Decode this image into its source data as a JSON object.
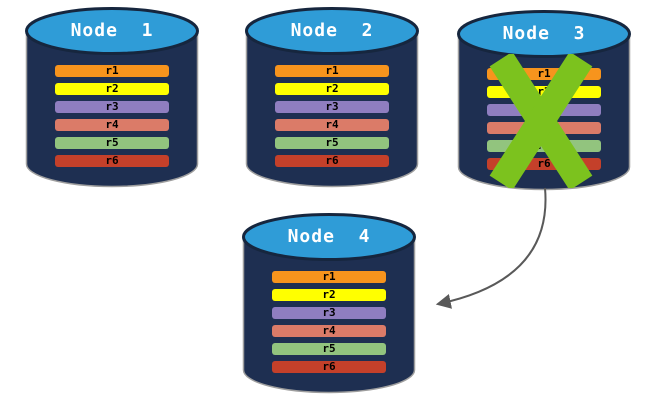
{
  "diagram": {
    "nodes": [
      {
        "label": "Node  1",
        "failed": false
      },
      {
        "label": "Node  2",
        "failed": false
      },
      {
        "label": "Node  3",
        "failed": true
      },
      {
        "label": "Node  4",
        "failed": false
      }
    ],
    "replicas": [
      {
        "id": "r1",
        "color": "#F7941D"
      },
      {
        "id": "r2",
        "color": "#FFFF00"
      },
      {
        "id": "r3",
        "color": "#8F7EC0"
      },
      {
        "id": "r4",
        "color": "#DB7B68"
      },
      {
        "id": "r5",
        "color": "#92C47E"
      },
      {
        "id": "r6",
        "color": "#C4402A"
      }
    ],
    "failure": {
      "node": "Node  3",
      "marker": "x-cross",
      "color": "#7CC21E"
    },
    "arrow": {
      "from": "Node  3",
      "to": "Node  4",
      "style": "curved"
    },
    "colors": {
      "cylinder_body": "#1E2F51",
      "cylinder_top": "#2F9CD7",
      "title_text": "#FFFFFF",
      "bar_text": "#000000",
      "arrow": "#595959"
    }
  }
}
